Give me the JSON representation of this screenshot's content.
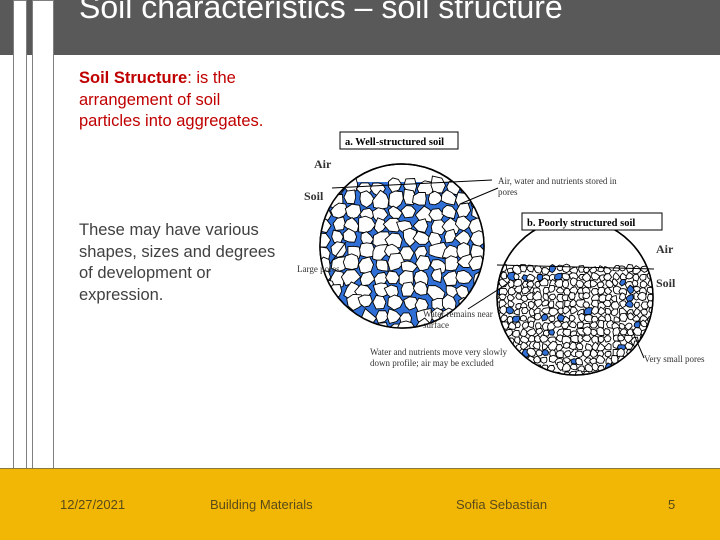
{
  "slide": {
    "title": "Soil characteristics – soil structure",
    "definition": {
      "term": "Soil Structure",
      "text": ": is the arrangement of soil particles into aggregates."
    },
    "description": "These may have various shapes, sizes and degrees of development or expression."
  },
  "figure": {
    "panel_a_title": "a. Well-structured soil",
    "panel_b_title": "b. Poorly structured soil",
    "label_air_a": "Air",
    "label_soil_a": "Soil",
    "label_large_pores": "Large pores",
    "label_air_water": "Air, water and nutrients stored in pores",
    "label_air_b": "Air",
    "label_soil_b": "Soil",
    "label_water_remains": "Water remains near surface",
    "label_water_moves": "Water and nutrients move very slowly down profile; air may be excluded",
    "label_small_pores": "Very small pores"
  },
  "footer": {
    "date": "12/27/2021",
    "course": "Building Materials",
    "author": "Sofia Sebastian",
    "page": "5"
  },
  "colors": {
    "header": "#595959",
    "footer": "#f2b705",
    "accent_red": "#c00000",
    "pore_blue": "#2f6fd6"
  }
}
